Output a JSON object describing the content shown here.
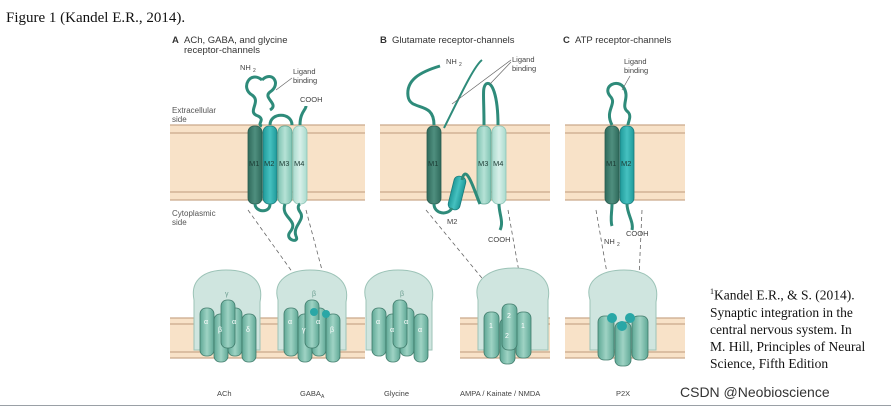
{
  "caption": "Figure 1 (Kandel E.R., 2014).",
  "panels": {
    "a": {
      "letter": "A",
      "title_line1": "ACh, GABA, and glycine",
      "title_line2": "receptor-channels"
    },
    "b": {
      "letter": "B",
      "title": "Glutamate receptor-channels"
    },
    "c": {
      "letter": "C",
      "title": "ATP receptor-channels"
    }
  },
  "side_labels": {
    "extracellular_1": "Extracellular",
    "extracellular_2": "side",
    "cytoplasmic_1": "Cytoplasmic",
    "cytoplasmic_2": "side"
  },
  "annotations": {
    "nh2": "NH",
    "nh2_sub": "2",
    "ligand_1": "Ligand",
    "ligand_2": "binding",
    "cooh": "COOH",
    "m1": "M1",
    "m2": "M2",
    "m3": "M3",
    "m4": "M4"
  },
  "receptor_labels": {
    "ach": "ACh",
    "gaba": "GABA",
    "gaba_sub": "A",
    "glycine": "Glycine",
    "ampa": "AMPA / Kainate / NMDA",
    "p2x": "P2X"
  },
  "subunit_labels": {
    "alpha": "α",
    "beta": "β",
    "gamma": "γ",
    "delta": "δ",
    "one": "1",
    "two": "2"
  },
  "reference_note": {
    "marker": "1",
    "lines": [
      "Kandel E.R., & S. (2014).",
      "Synaptic integration in the",
      "central nervous system. In",
      "M. Hill, Principles of Neural",
      "Science, Fifth Edition"
    ]
  },
  "watermark": "CSDN @Neobioscience",
  "colors": {
    "membrane": "#f8e2c8",
    "membrane_edge": "#c9a98a",
    "teal_dark": "#3f7a6a",
    "teal_mid": "#2aa7a6",
    "teal_light": "#9fd8c8",
    "teal_pale": "#c6e8dd",
    "dome": "#cfe5df"
  }
}
